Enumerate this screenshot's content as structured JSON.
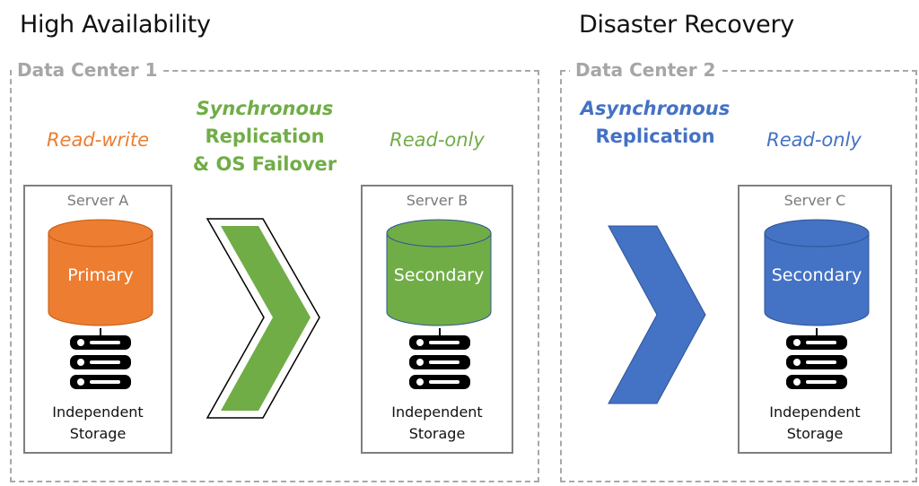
{
  "headings": {
    "high_availability": "High Availability",
    "disaster_recovery": "Disaster Recovery"
  },
  "data_centers": [
    {
      "label": "Data Center 1"
    },
    {
      "label": "Data Center 2"
    }
  ],
  "servers": [
    {
      "title": "Server A",
      "role": "Read-write",
      "db_label": "Primary",
      "storage": [
        "Independent",
        "Storage"
      ],
      "color": "#ed7d31",
      "role_color": "#ed7d31"
    },
    {
      "title": "Server B",
      "role": "Read-only",
      "db_label": "Secondary",
      "storage": [
        "Independent",
        "Storage"
      ],
      "color": "#70ad47",
      "role_color": "#70ad47"
    },
    {
      "title": "Server C",
      "role": "Read-only",
      "db_label": "Secondary",
      "storage": [
        "Independent",
        "Storage"
      ],
      "color": "#4472c4",
      "role_color": "#4472c4"
    }
  ],
  "replication": {
    "sync": {
      "lines": [
        "Synchronous",
        "Replication",
        "& OS Failover"
      ],
      "color": "#70ad47"
    },
    "async": {
      "lines": [
        "Asynchronous",
        "Replication"
      ],
      "color": "#4472c4"
    }
  }
}
